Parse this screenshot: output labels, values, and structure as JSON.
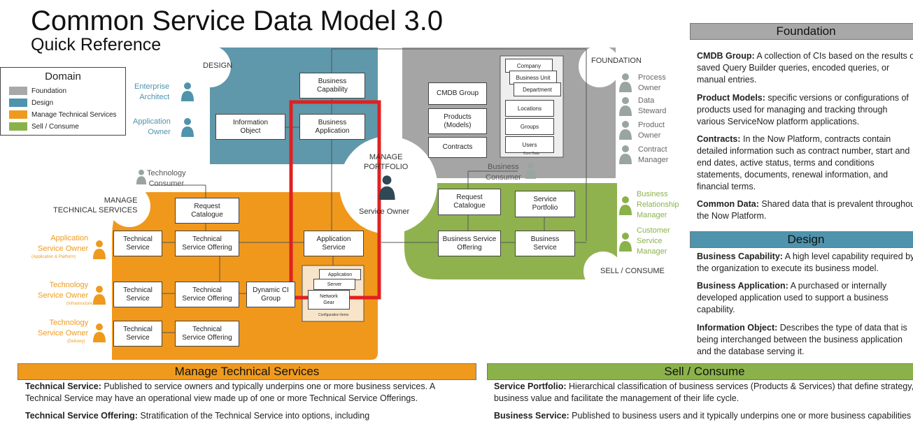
{
  "header": {
    "title": "Common Service Data Model 3.0",
    "subtitle": "Quick Reference"
  },
  "legend": {
    "title": "Domain",
    "items": [
      {
        "label": "Foundation",
        "color": "#a8a8a8"
      },
      {
        "label": "Design",
        "color": "#4f93ad"
      },
      {
        "label": "Manage Technical Services",
        "color": "#ef9a1d"
      },
      {
        "label": "Sell / Consume",
        "color": "#8bb24a"
      }
    ]
  },
  "colors": {
    "design": "#5f98aa",
    "foundation": "#a5a5a5",
    "technical": "#f0981c",
    "sell": "#8fb24f",
    "highlight": "#e02020",
    "person": "#9aa5a0"
  },
  "regions": {
    "design": "DESIGN",
    "foundation": "FOUNDATION",
    "manage_technical": "MANAGE\nTECHNICAL SERVICES",
    "sell_consume": "SELL / CONSUME",
    "manage_portfolio": "MANAGE\nPORTFOLIO",
    "service_owner": "Service Owner"
  },
  "boxes": {
    "business_capability": "Business\nCapability",
    "business_application": "Business\nApplication",
    "information_object": "Information\nObject",
    "cmdb_group": "CMDB Group",
    "products_models": "Products\n(Models)",
    "contracts": "Contracts",
    "company": "Company",
    "business_unit": "Business Unit",
    "department": "Department",
    "locations": "Locations",
    "groups": "Groups",
    "users": "Users",
    "core_data": "Core Data",
    "request_catalogue_tech": "Request\nCatalogue",
    "technical_service_1": "Technical\nService",
    "technical_service_offering_1": "Technical\nService Offering",
    "application_service": "Application\nService",
    "technical_service_2": "Technical\nService",
    "technical_service_offering_2": "Technical\nService Offering",
    "dynamic_ci_group": "Dynamic CI\nGroup",
    "technical_service_3": "Technical\nService",
    "technical_service_offering_3": "Technical\nService Offering",
    "ci_application": "Application",
    "ci_server": "Server",
    "ci_network_gear": "Network\nGear",
    "configuration_items": "Configuration Items",
    "request_catalogue_sell": "Request\nCatalogue",
    "service_portfolio": "Service\nPortfolio",
    "business_service_offering": "Business Service\nOffering",
    "business_service": "Business\nService"
  },
  "roles": {
    "enterprise_architect": "Enterprise\nArchitect",
    "application_owner": "Application\nOwner",
    "technology_consumer": "Technology\nConsumer",
    "app_service_owner": "Application\nService Owner",
    "app_service_owner_note": "(Application & Platform)",
    "tech_owner_infra": "Technology\nService Owner",
    "tech_owner_infra_note": "(Infrastructure)",
    "tech_owner_delivery": "Technology\nService Owner",
    "tech_owner_delivery_note": "(Delivery)",
    "process_owner": "Process\nOwner",
    "data_steward": "Data\nSteward",
    "product_owner": "Product\nOwner",
    "contract_manager": "Contract\nManager",
    "business_consumer": "Business\nConsumer",
    "business_relationship_manager": "Business\nRelationship\nManager",
    "customer_service_manager": "Customer\nService\nManager"
  },
  "panels": {
    "foundation": {
      "header": "Foundation",
      "entries": [
        {
          "term": "CMDB Group:",
          "text": " A collection of CIs based on the results of saved Query Builder queries, encoded queries, or manual entries."
        },
        {
          "term": "Product Models:",
          "text": " specific versions or configurations of products used for managing and tracking through various ServiceNow platform applications."
        },
        {
          "term": "Contracts:",
          "text": " In the Now Platform, contracts contain detailed information such as contract number, start and end dates, active status, terms and conditions statements, documents, renewal information, and financial terms."
        },
        {
          "term": "Common Data:",
          "text": " Shared data that is prevalent throughout the Now Platform."
        }
      ]
    },
    "design": {
      "header": "Design",
      "entries": [
        {
          "term": "Business Capability:",
          "text": " A high level capability required by the organization to execute its business model."
        },
        {
          "term": "Business Application:",
          "text": " A purchased or internally developed application used to support a business capability."
        },
        {
          "term": "Information Object:",
          "text": "  Describes the type of data that is being interchanged between the business application and the database serving it."
        }
      ]
    },
    "manage_technical": {
      "header": "Manage Technical Services",
      "entries": [
        {
          "term": "Technical Service:",
          "text": " Published to service owners and typically underpins one or more business services. A Technical Service may have an operational view made up of one or more Technical Service Offerings."
        },
        {
          "term": "Technical Service Offering:",
          "text": " Stratification of the Technical Service into options, including"
        }
      ]
    },
    "sell_consume": {
      "header": "Sell / Consume",
      "entries": [
        {
          "term": "Service Portfolio:",
          "text": " Hierarchical classification of business services (Products & Services) that define strategy, business value and facilitate the management of their life cycle."
        },
        {
          "term": "Business Service:",
          "text": "  Published to business users and it typically underpins one or more business capabilities"
        }
      ]
    }
  }
}
